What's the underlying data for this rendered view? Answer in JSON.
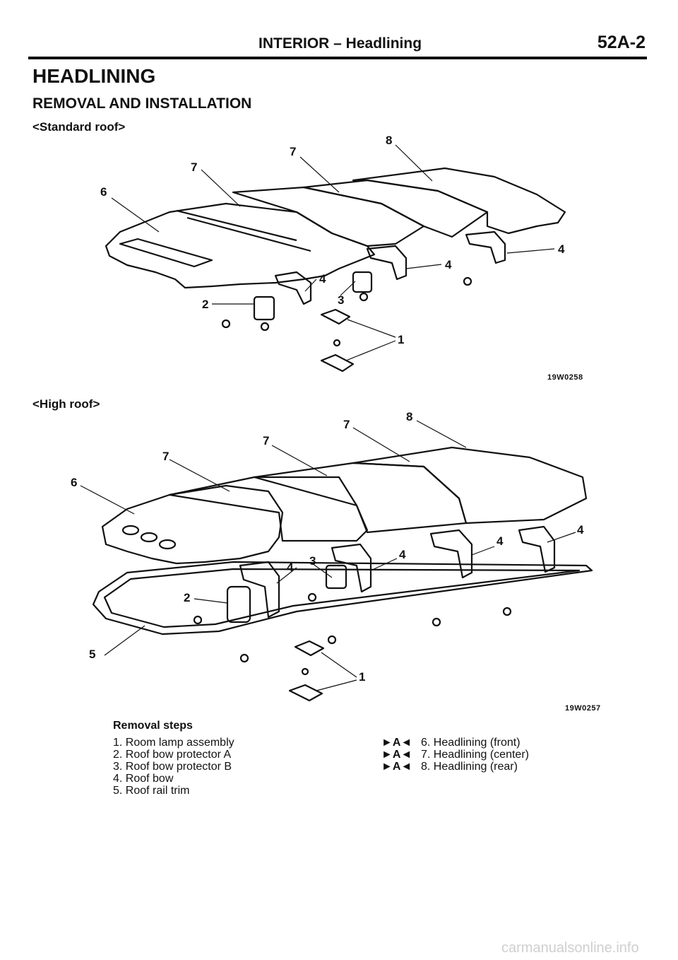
{
  "header": {
    "title": "INTERIOR – Headlining",
    "page": "52A-2"
  },
  "heading": "HEADLINING",
  "subheading": "REMOVAL AND INSTALLATION",
  "figures": [
    {
      "caption": "<Standard roof>",
      "figure_id": "19W0258"
    },
    {
      "caption": "<High roof>",
      "figure_id": "19W0257"
    }
  ],
  "callouts": [
    "1",
    "2",
    "3",
    "4",
    "5",
    "6",
    "7",
    "8"
  ],
  "removal_steps": {
    "title": "Removal steps",
    "left": [
      "1. Room lamp assembly",
      "2. Roof bow protector A",
      "3. Roof bow protector B",
      "4. Roof bow",
      "5. Roof rail trim"
    ],
    "right": [
      {
        "mark": "►A◄",
        "label": "6. Headlining (front)"
      },
      {
        "mark": "►A◄",
        "label": "7. Headlining (center)"
      },
      {
        "mark": "►A◄",
        "label": "8. Headlining (rear)"
      }
    ]
  },
  "watermark": "carmanualsonline.info"
}
